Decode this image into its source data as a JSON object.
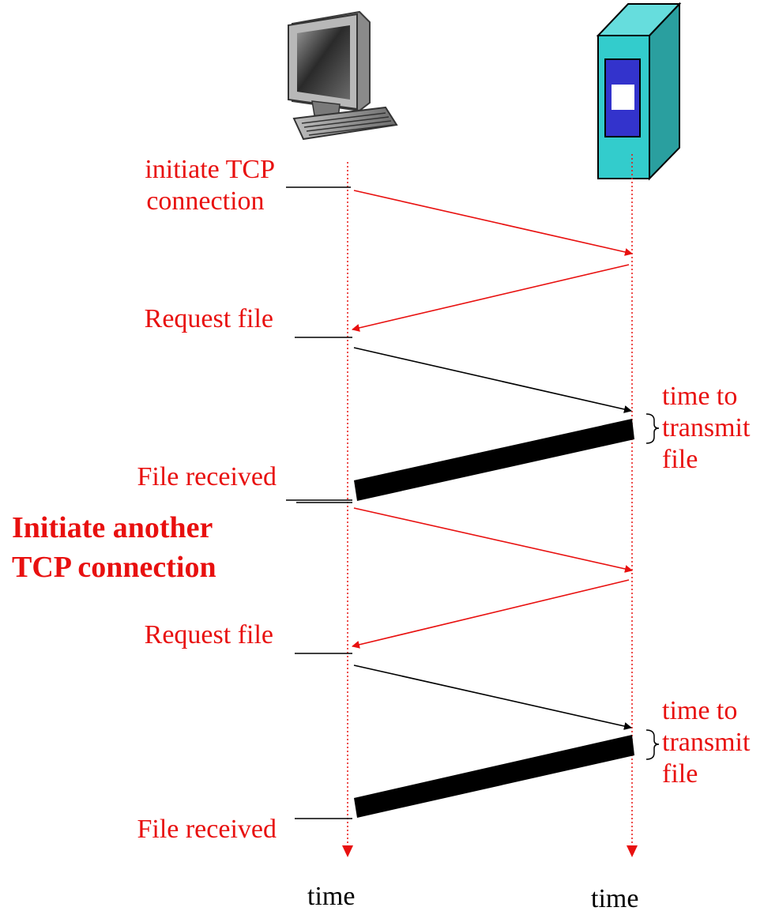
{
  "colors": {
    "accent_red": "#e8100f",
    "line_black": "#000000",
    "server_teal": "#33cccc",
    "server_blue": "#3333cc"
  },
  "icons": {
    "client": "desktop-computer-icon",
    "server": "server-tower-icon"
  },
  "labels": {
    "initiate_tcp_line1": "initiate TCP",
    "initiate_tcp_line2": "connection",
    "request_file_1": "Request file",
    "file_received_1": "File received",
    "initiate_another_line1": "Initiate another",
    "initiate_another_line2": "TCP connection",
    "request_file_2": "Request file",
    "file_received_2": "File received",
    "transmit_1_line1": "time to",
    "transmit_1_line2": "transmit",
    "transmit_1_line3": "file",
    "transmit_2_line1": "time to",
    "transmit_2_line2": "transmit",
    "transmit_2_line3": "file",
    "time_client": "time",
    "time_server": "time"
  }
}
